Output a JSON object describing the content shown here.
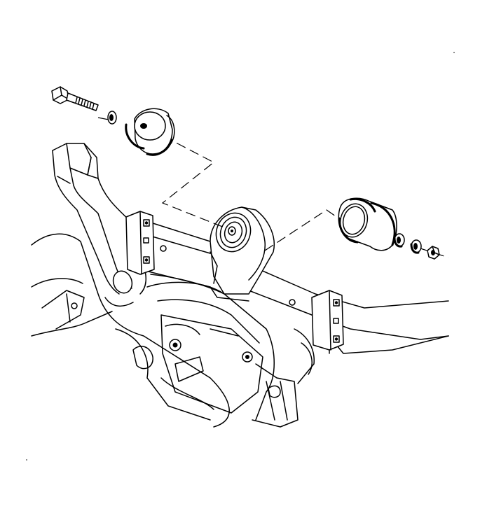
{
  "diagram": {
    "kind": "exploded-view line drawing",
    "parts": [
      "bolt",
      "washer",
      "front-bushing",
      "engine-mount",
      "rear-bushing",
      "washer",
      "washer",
      "nut",
      "frame-rail",
      "crossmember",
      "body-floor"
    ]
  }
}
